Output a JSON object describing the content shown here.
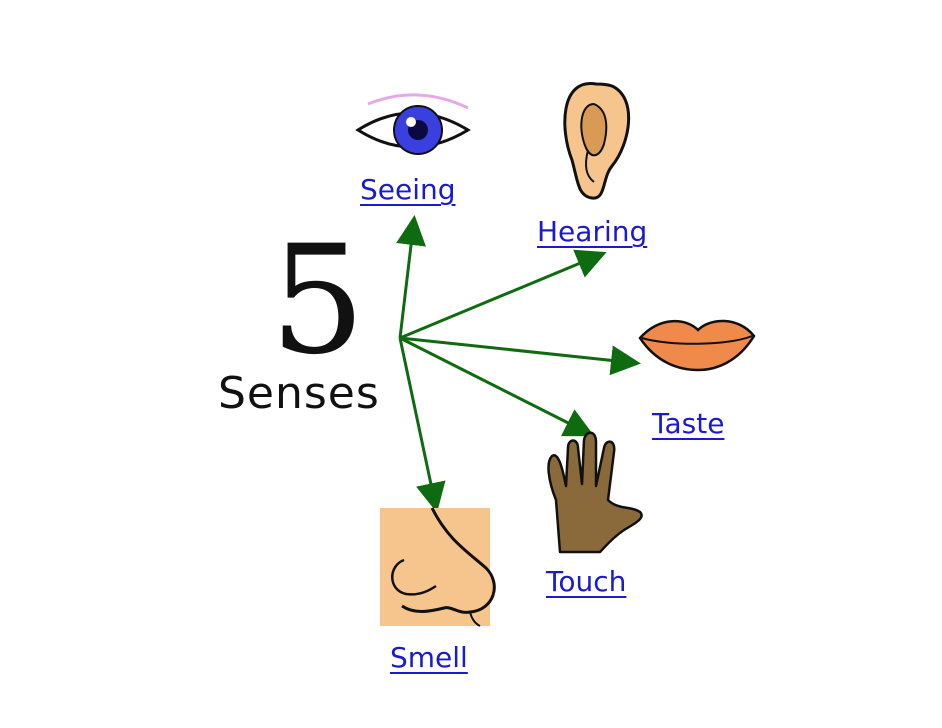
{
  "heading": {
    "number": "5",
    "word": "Senses"
  },
  "senses": [
    {
      "label": "Seeing",
      "icon": "eye-icon"
    },
    {
      "label": "Hearing",
      "icon": "ear-icon"
    },
    {
      "label": "Taste",
      "icon": "lips-icon"
    },
    {
      "label": "Touch",
      "icon": "hand-icon"
    },
    {
      "label": "Smell",
      "icon": "nose-icon"
    }
  ],
  "colors": {
    "arrow": "#0f6b0f",
    "link": "#1a1ad0",
    "skin": "#f6c58e",
    "iris": "#3a3fe0",
    "lips": "#f08a4b",
    "hand": "#8a6a3a"
  }
}
